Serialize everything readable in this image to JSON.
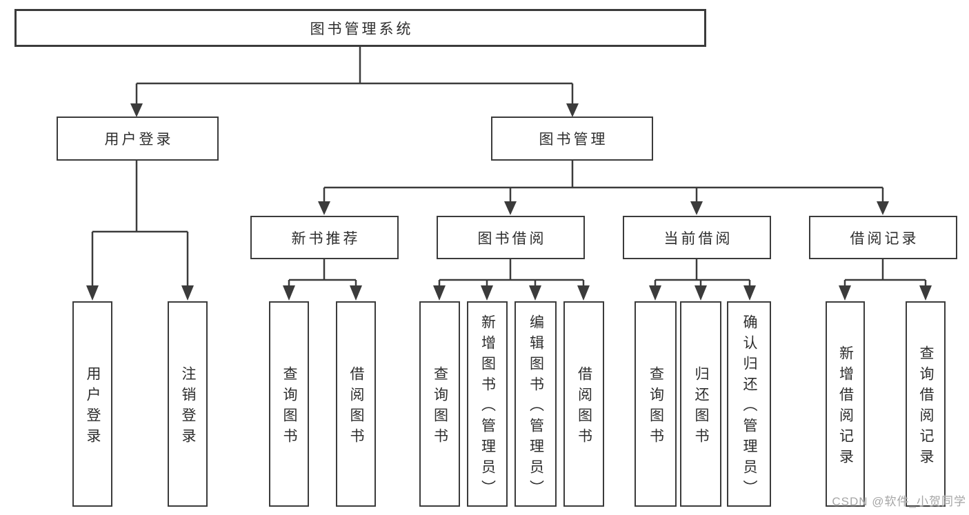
{
  "tree": {
    "label": "图书管理系统",
    "children": [
      {
        "label": "用户登录",
        "children": [
          {
            "label": "用户登录"
          },
          {
            "label": "注销登录"
          }
        ]
      },
      {
        "label": "图书管理",
        "children": [
          {
            "label": "新书推荐",
            "children": [
              {
                "label": "查询图书"
              },
              {
                "label": "借阅图书"
              }
            ]
          },
          {
            "label": "图书借阅",
            "children": [
              {
                "label": "查询图书"
              },
              {
                "label": "新增图书（管理员）"
              },
              {
                "label": "编辑图书（管理员）"
              },
              {
                "label": "借阅图书"
              }
            ]
          },
          {
            "label": "当前借阅",
            "children": [
              {
                "label": "查询图书"
              },
              {
                "label": "归还图书"
              },
              {
                "label": "确认归还（管理员）"
              }
            ]
          },
          {
            "label": "借阅记录",
            "children": [
              {
                "label": "新增借阅记录"
              },
              {
                "label": "查询借阅记录"
              }
            ]
          }
        ]
      }
    ]
  },
  "watermark": "CSDN @软件_小贺同学",
  "colors": {
    "line": "#3b3b3b",
    "text": "#2d2d2d",
    "watermark": "#a6a6a6",
    "background": "#ffffff"
  }
}
